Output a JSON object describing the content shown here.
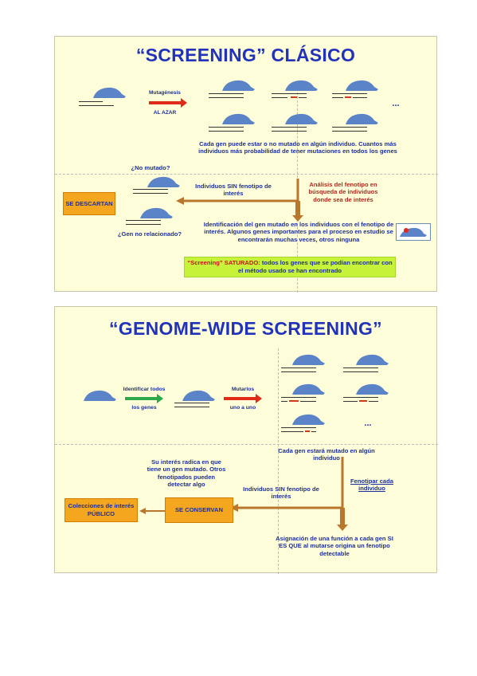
{
  "colors": {
    "accent_blue": "#2233bb",
    "mouse_blue": "#5b84c8",
    "orange": "#f4a61e",
    "green": "#c6f23a",
    "arrow_red": "#e02b1a",
    "arrow_green": "#2ea84a",
    "arrow_brown": "#b8772c"
  },
  "slide1": {
    "title": "“SCREENING” CLÁSICO",
    "mut_top": "Mutagénesis",
    "mut_bottom": "AL AZAR",
    "ellipsis": "...",
    "gen_text": "Cada gen puede estar o no mutado en algún individuo. Cuantos más individuos más probabilidad de tener mutaciones en todos los genes",
    "no_mutado": "¿No mutado?",
    "gen_no_rel": "¿Gen no relacionado?",
    "se_descartan": "SE DESCARTAN",
    "sin_fenotipo": "Individuos SIN fenotipo de interés",
    "analisis": "Análisis del fenotipo en búsqueda de individuos donde sea de interés",
    "identificacion": "Identificación del gen mutado en los individuos con el fenotipo de interés. Algunos genes importantes para el proceso en estudio se encontrarán muchas veces, otros ninguna",
    "saturado_highlight": "“Screening” SATURADO:",
    "saturado_rest": " todos los genes que se podían encontrar con el método usado se han encontrado"
  },
  "slide2": {
    "title": "“GENOME-WIDE SCREENING”",
    "identificar_top": "Identificar todos",
    "identificar_bottom": "los genes",
    "mutarlos_top": "Mutarlos",
    "mutarlos_bottom": "uno a uno",
    "ellipsis": "...",
    "cada_gen": "Cada gen estará mutado en algún individuo",
    "fenotipar": "Fenotipar cada individuo",
    "su_interes": "Su interés radica en que tiene un gen mutado. Otros fenotipados pueden detectar algo",
    "sin_fenotipo": "Individuos SIN fenotipo de interés",
    "se_conservan": "SE CONSERVAN",
    "colecciones": "Colecciones de interés PÚBLICO",
    "asignacion": "Asignación de una función a cada gen SI ES QUE al mutarse origina un fenotipo detectable"
  }
}
